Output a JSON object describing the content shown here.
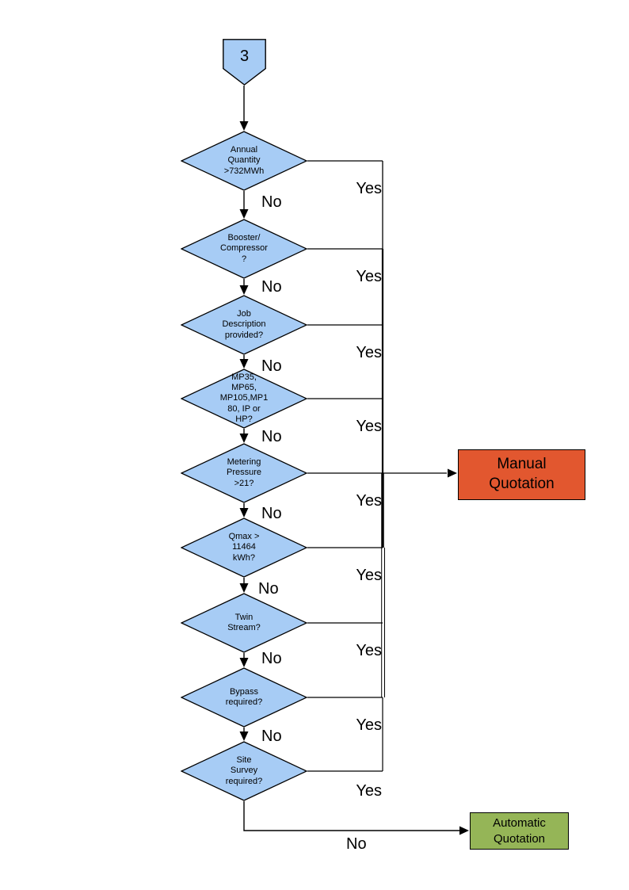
{
  "diagram": {
    "title_hint": "quotation-decision-flowchart",
    "start_connector": {
      "label": "3"
    },
    "decisions": [
      {
        "question": "Annual\nQuantity\n>732MWh",
        "yes": "Yes",
        "no": "No"
      },
      {
        "question": "Booster/\nCompressor\n?",
        "yes": "Yes",
        "no": "No"
      },
      {
        "question": "Job\nDescription\nprovided?",
        "yes": "Yes",
        "no": "No"
      },
      {
        "question": "MP35,\nMP65,\nMP105,MP1\n80, IP or\nHP?",
        "yes": "Yes",
        "no": "No"
      },
      {
        "question": "Metering\nPressure\n>21?",
        "yes": "Yes",
        "no": "No"
      },
      {
        "question": "Qmax >\n11464\nkWh?",
        "yes": "Yes",
        "no": "No"
      },
      {
        "question": "Twin\nStream?",
        "yes": "Yes",
        "no": "No"
      },
      {
        "question": "Bypass\nrequired?",
        "yes": "Yes",
        "no": "No"
      },
      {
        "question": "Site\nSurvey\nrequired?",
        "yes": "Yes",
        "no": "No"
      }
    ],
    "outcomes": {
      "manual": "Manual\nQuotation",
      "automatic": "Automatic\nQuotation"
    },
    "colors": {
      "decision_fill": "#A7CCF5",
      "manual_fill": "#E2572F",
      "automatic_fill": "#95B557",
      "border": "#000000",
      "line": "#000000",
      "page_background": "#FFFFFF"
    }
  }
}
